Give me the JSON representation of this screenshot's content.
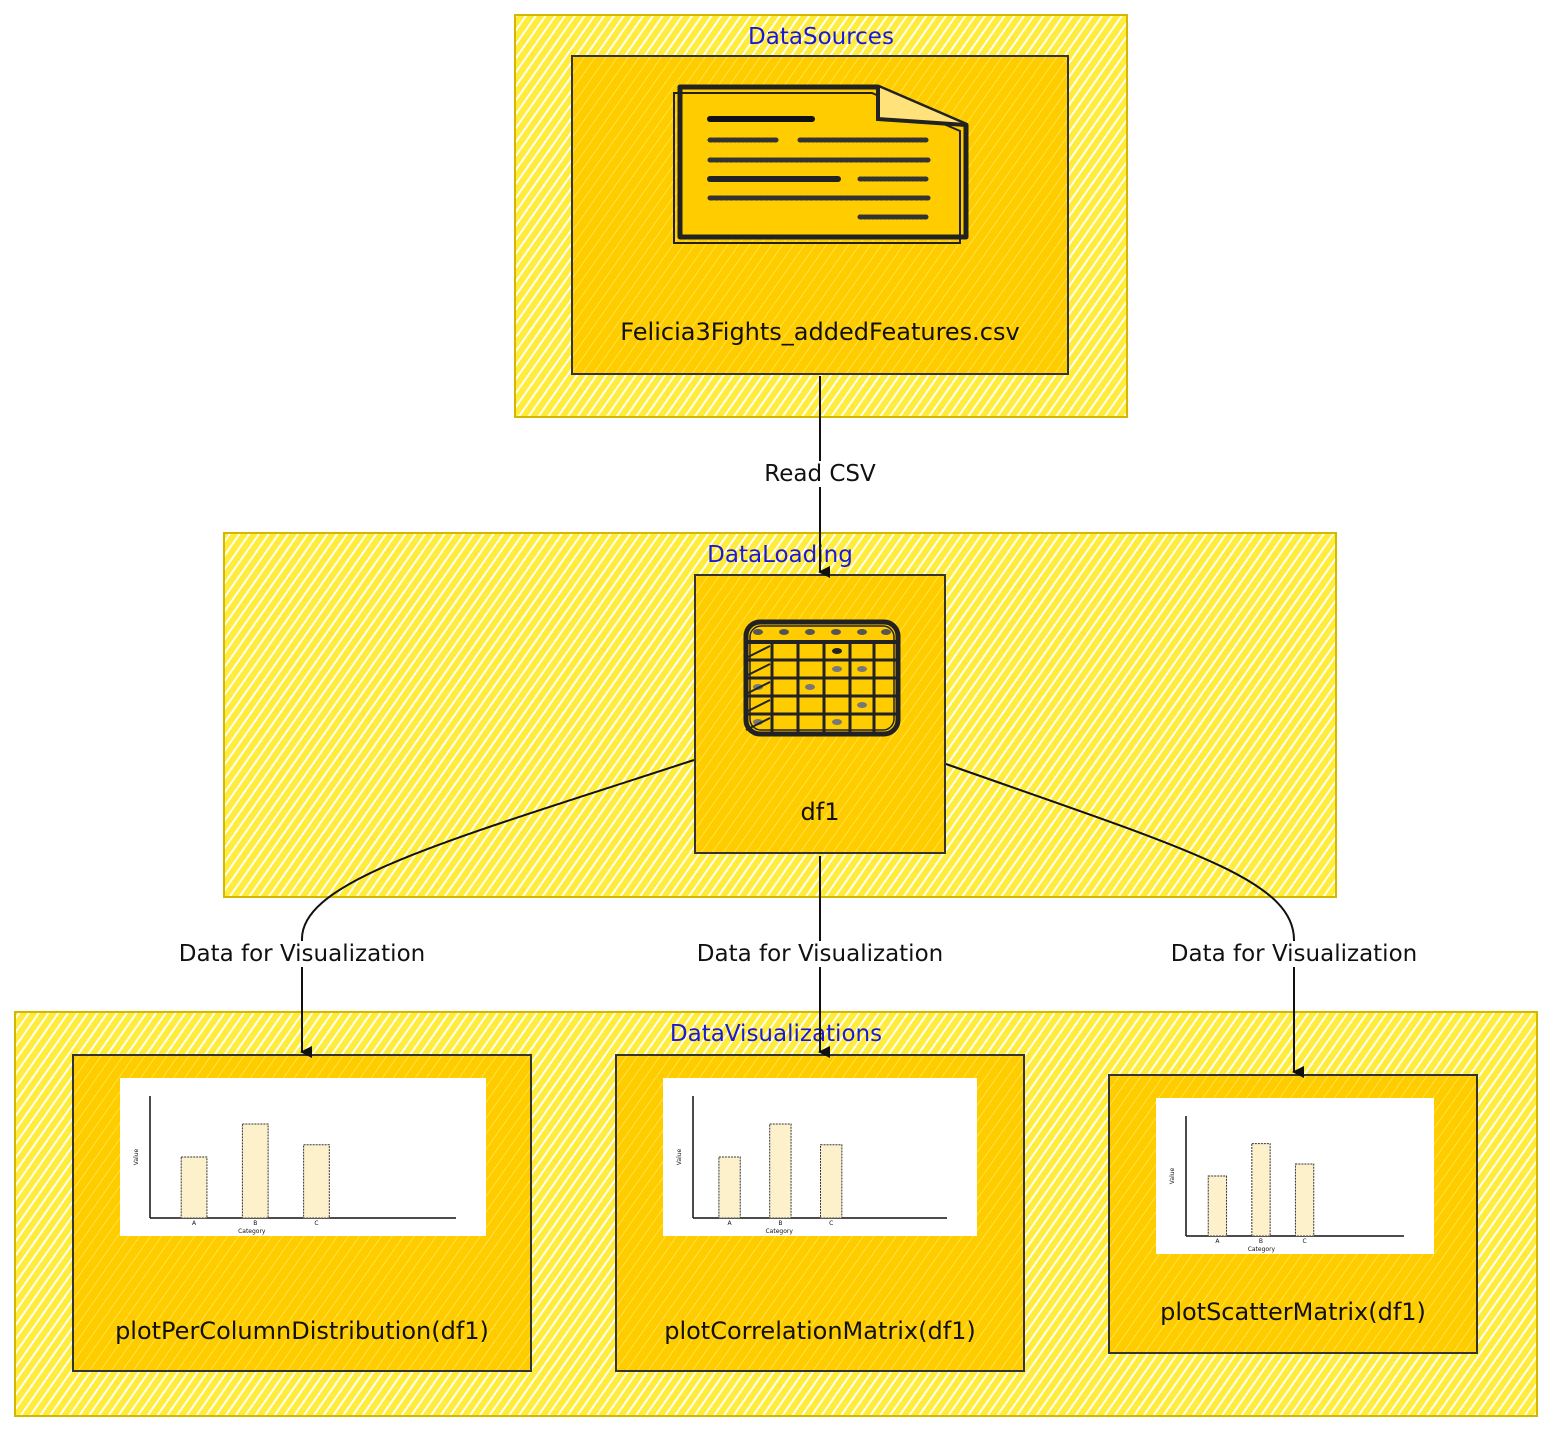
{
  "groups": {
    "data_sources": {
      "title": "DataSources"
    },
    "data_loading": {
      "title": "DataLoading"
    },
    "data_visualizations": {
      "title": "DataVisualizations"
    }
  },
  "nodes": {
    "csv_file": {
      "label": "Felicia3Fights_addedFeatures.csv",
      "icon": "document-icon"
    },
    "df1": {
      "label": "df1",
      "icon": "table-icon"
    },
    "plot_distribution": {
      "label": "plotPerColumnDistribution(df1)",
      "icon": "bar-chart-icon"
    },
    "plot_correlation": {
      "label": "plotCorrelationMatrix(df1)",
      "icon": "bar-chart-icon"
    },
    "plot_scatter": {
      "label": "plotScatterMatrix(df1)",
      "icon": "bar-chart-icon"
    }
  },
  "edges": {
    "read_csv": {
      "label": "Read CSV"
    },
    "to_distribution": {
      "label": "Data for Visualization"
    },
    "to_correlation": {
      "label": "Data for Visualization"
    },
    "to_scatter": {
      "label": "Data for Visualization"
    }
  },
  "thumbnail_chart": {
    "categories": [
      "A",
      "B",
      "C"
    ],
    "values": [
      0.5,
      0.77,
      0.6
    ],
    "xlabel": "Category",
    "ylabel": "Value"
  },
  "colors": {
    "group_fill": "#ffec3d",
    "node_fill": "#ffcc00",
    "group_title": "#1a1ad6",
    "bar_fill": "#fdf1cc"
  }
}
